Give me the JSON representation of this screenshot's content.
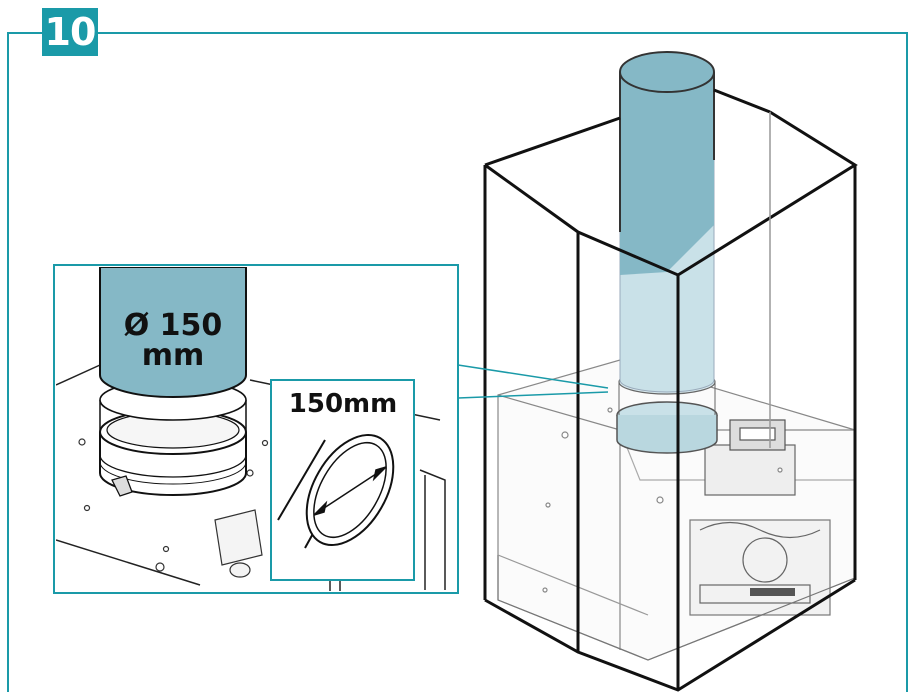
{
  "step": {
    "number": "10"
  },
  "detail": {
    "duct_label_line1": "Ø 150",
    "duct_label_line2": "mm",
    "ring_label": "150mm"
  },
  "colors": {
    "accent": "#1a9aa8",
    "duct_fill": "#85b8c6",
    "duct_fill_light": "#c9e1e8",
    "line": "#111111"
  }
}
